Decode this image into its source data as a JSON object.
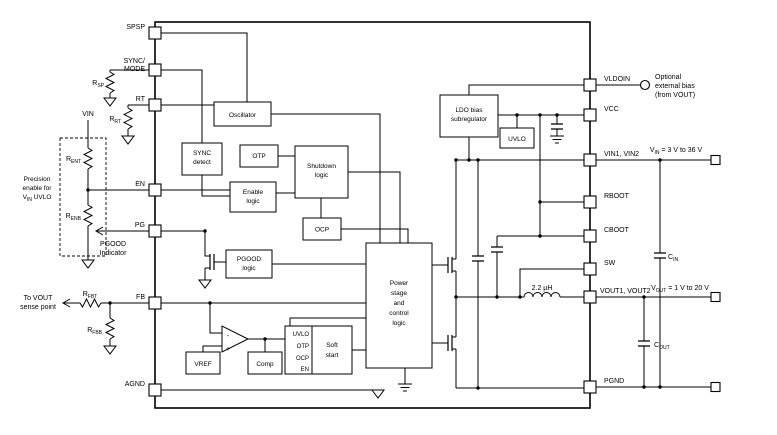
{
  "diagram": {
    "pins_left": {
      "spsp": "SPSP",
      "sync_line1": "SYNC/",
      "sync_line2": "MODE",
      "rt": "RT",
      "en": "EN",
      "pg": "PG",
      "fb": "FB",
      "agnd": "AGND"
    },
    "pins_right": {
      "vldoin": "VLDOIN",
      "vcc": "VCC",
      "vin": "VIN1, VIN2",
      "rboot": "RBOOT",
      "cboot": "CBOOT",
      "sw": "SW",
      "vout": "VOUT1, VOUT2",
      "pgnd": "PGND"
    },
    "blocks": {
      "oscillator": "Oscillator",
      "sync_detect_line1": "SYNC",
      "sync_detect_line2": "detect",
      "otp": "OTP",
      "shutdown_line1": "Shutdown",
      "shutdown_line2": "logic",
      "enable_line1": "Enable",
      "enable_line2": "logic",
      "ocp": "OCP",
      "pgood_line1": "PGOOD",
      "pgood_line2": "logic",
      "ldo_line1": "LDO bias",
      "ldo_line2": "subregulator",
      "uvlo": "UVLO",
      "power_line1": "Power",
      "power_line2": "stage",
      "power_line3": "and",
      "power_line4": "control",
      "power_line5": "logic",
      "soft_start_line1": "Soft",
      "soft_start_line2": "start",
      "soft_start_inputs": {
        "uvlo": "UVLO",
        "otp": "OTP",
        "ocp": "OCP",
        "en": "EN"
      },
      "comp": "Comp",
      "vref": "VREF"
    },
    "amp": {
      "minus": "-",
      "plus": "+"
    },
    "components": {
      "r_sp": {
        "name": "R",
        "sub": "SP"
      },
      "r_rt": {
        "name": "R",
        "sub": "RT"
      },
      "r_ent": {
        "name": "R",
        "sub": "ENT"
      },
      "r_enb": {
        "name": "R",
        "sub": "ENB"
      },
      "r_fbt": {
        "name": "R",
        "sub": "FBT"
      },
      "r_fbb": {
        "name": "R",
        "sub": "FBB"
      },
      "c_in": {
        "name": "C",
        "sub": "IN"
      },
      "c_out": {
        "name": "C",
        "sub": "OUT"
      },
      "inductor": "2.2 µH"
    },
    "annotations": {
      "vin_node": "VIN",
      "precision_line1": "Precision",
      "precision_line2": "enable for",
      "precision_line3": {
        "name": "V",
        "sub": "IN",
        "rest": " UVLO"
      },
      "pgood_line1": "PGOOD",
      "pgood_line2": "Indicator",
      "vout_sense_line1": "To VOUT",
      "vout_sense_line2": "sense point",
      "bias_line1": "Optional",
      "bias_line2": "external bias",
      "bias_line3": "(from VOUT)",
      "vin_range": {
        "name": "V",
        "sub": "IN",
        "rest": " = 3 V to 36 V"
      },
      "vout_range": {
        "name": "V",
        "sub": "OUT",
        "rest": " = 1 V to 20 V"
      }
    }
  }
}
